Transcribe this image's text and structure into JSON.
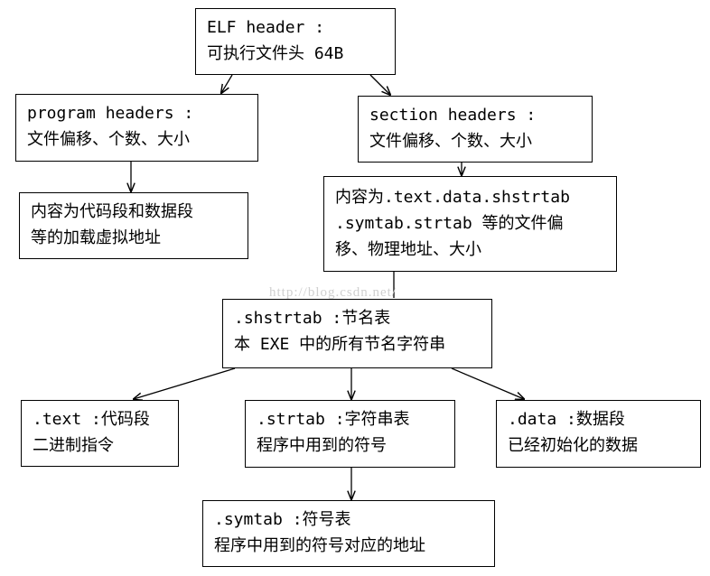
{
  "nodes": {
    "elf": {
      "line1": "ELF header :",
      "line2": "可执行文件头 64B"
    },
    "program": {
      "line1": "program headers :",
      "line2": "文件偏移、个数、大小"
    },
    "section": {
      "line1": "section headers :",
      "line2": "文件偏移、个数、大小"
    },
    "segment": {
      "line1": "内容为代码段和数据段",
      "line2": "等的加载虚拟地址"
    },
    "sections_content": {
      "line1": "内容为.text.data.shstrtab",
      "line2": ".symtab.strtab 等的文件偏",
      "line3": "移、物理地址、大小"
    },
    "shstrtab": {
      "line1": ".shstrtab :节名表",
      "line2": "本 EXE 中的所有节名字符串"
    },
    "text": {
      "line1": ".text :代码段",
      "line2": "二进制指令"
    },
    "strtab": {
      "line1": ".strtab :字符串表",
      "line2": "程序中用到的符号"
    },
    "data": {
      "line1": ".data :数据段",
      "line2": "已经初始化的数据"
    },
    "symtab": {
      "line1": ".symtab :符号表",
      "line2": "程序中用到的符号对应的地址"
    }
  },
  "watermark": "http://blog.csdn.net/",
  "colors": {
    "line": "#000000",
    "background": "#ffffff",
    "watermark": "#d0d0d0"
  }
}
